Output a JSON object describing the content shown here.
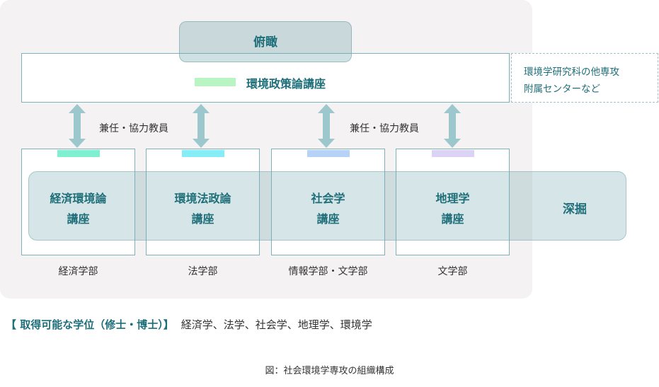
{
  "overview": {
    "label": "俯瞰"
  },
  "main_program": {
    "label": "環境政策論講座",
    "swatch_color": "#b9f4c3"
  },
  "side_note": {
    "text": "環境学研究科の他専攻\n附属センターなど"
  },
  "concurrent_faculty": {
    "label_left": "兼任・協力教員",
    "label_right": "兼任・協力教員"
  },
  "deep_dive": {
    "label": "深掘"
  },
  "departments": [
    {
      "name": "経済環境論\n講座",
      "faculty": "経済学部",
      "swatch_color": "#7ff0cf"
    },
    {
      "name": "環境法政論\n講座",
      "faculty": "法学部",
      "swatch_color": "#86ecf6"
    },
    {
      "name": "社会学\n講座",
      "faculty": "情報学部・文学部",
      "swatch_color": "#b6d2f6"
    },
    {
      "name": "地理学\n講座",
      "faculty": "文学部",
      "swatch_color": "#dcd2f6"
    }
  ],
  "degrees": {
    "label": "【 取得可能な学位（修士・博士）】",
    "list": "経済学、法学、社会学、地理学、環境学"
  },
  "caption": "図：社会環境学専攻の組織構成",
  "colors": {
    "accent": "#1e6f7a",
    "border": "#7fb1b8",
    "arrow": "#9cc8cd",
    "panel": "#f4f2f2"
  }
}
